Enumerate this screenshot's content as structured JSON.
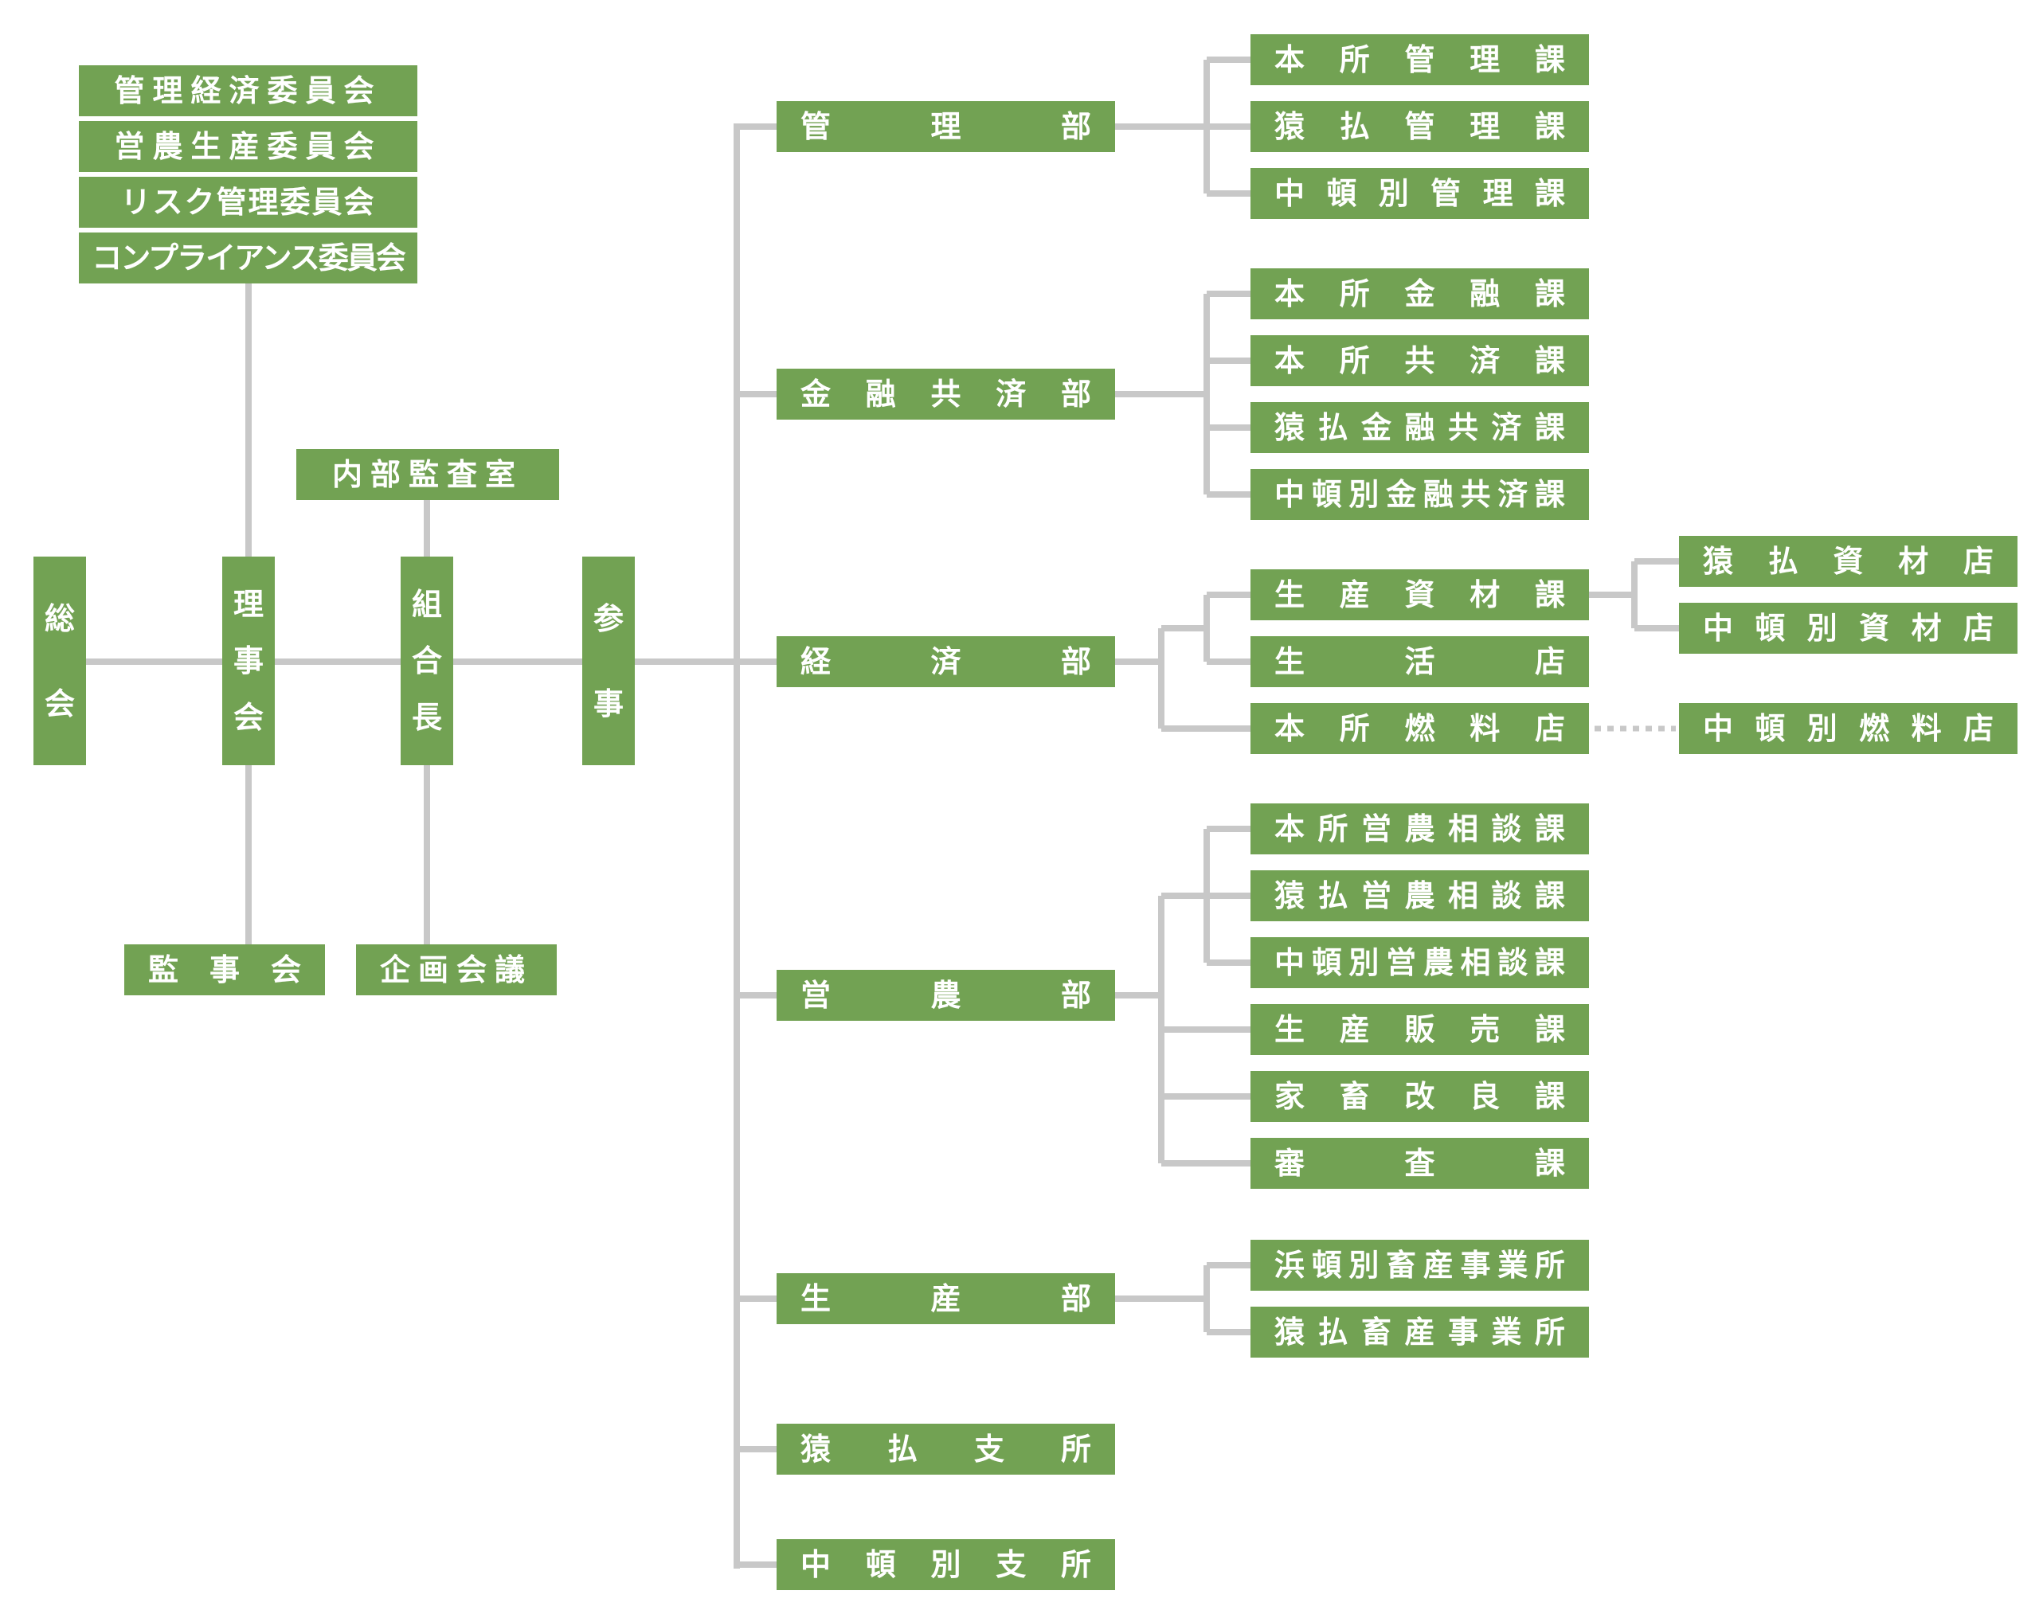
{
  "boxes": {
    "kanri_keizai": "管理経済委員会",
    "einou_seisan": "営農生産委員会",
    "risk": "リスク管理委員会",
    "compliance": "コンプライアンス委員会",
    "naibu_kansa": "内部監査室",
    "soukai": "総会",
    "rijikai": "理事会",
    "kumiaicho": "組合長",
    "sanji": "参事",
    "kanjikai": "監事会",
    "kikaku_kaigi": "企画会議",
    "kanri_bu": "管理部",
    "kinyu_kyosai_bu": "金融共済部",
    "keizai_bu": "経済部",
    "einou_bu": "営農部",
    "seisan_bu": "生産部",
    "saruharai_shisho": "猿払支所",
    "naka_shisho": "中頓別支所",
    "honsho_kanri": "本所管理課",
    "saru_kanri": "猿払管理課",
    "naka_kanri": "中頓別管理課",
    "honsho_kinyu": "本所金融課",
    "honsho_kyosai": "本所共済課",
    "saru_kinyu_kyosai": "猿払金融共済課",
    "naka_kinyu_kyosai": "中頓別金融共済課",
    "seisan_shizai": "生産資材課",
    "seikatsu": "生活店",
    "honsho_nenryo": "本所燃料店",
    "saru_shizai_ten": "猿払資材店",
    "naka_shizai_ten": "中頓別資材店",
    "naka_nenryo_ten": "中頓別燃料店",
    "honsho_einou_soudan": "本所営農相談課",
    "saru_einou_soudan": "猿払営農相談課",
    "naka_einou_soudan": "中頓別営農相談課",
    "seisan_hanbai": "生産販売課",
    "kachiku_kairyo": "家畜改良課",
    "shinsa": "審査課",
    "hama_chikusan": "浜頓別 畜産事業所",
    "saru_chikusan": "猿払 畜産事業所"
  },
  "colors": {
    "box_fill": "#72a253",
    "box_text": "#ffffff",
    "line": "#c8c8c8"
  }
}
